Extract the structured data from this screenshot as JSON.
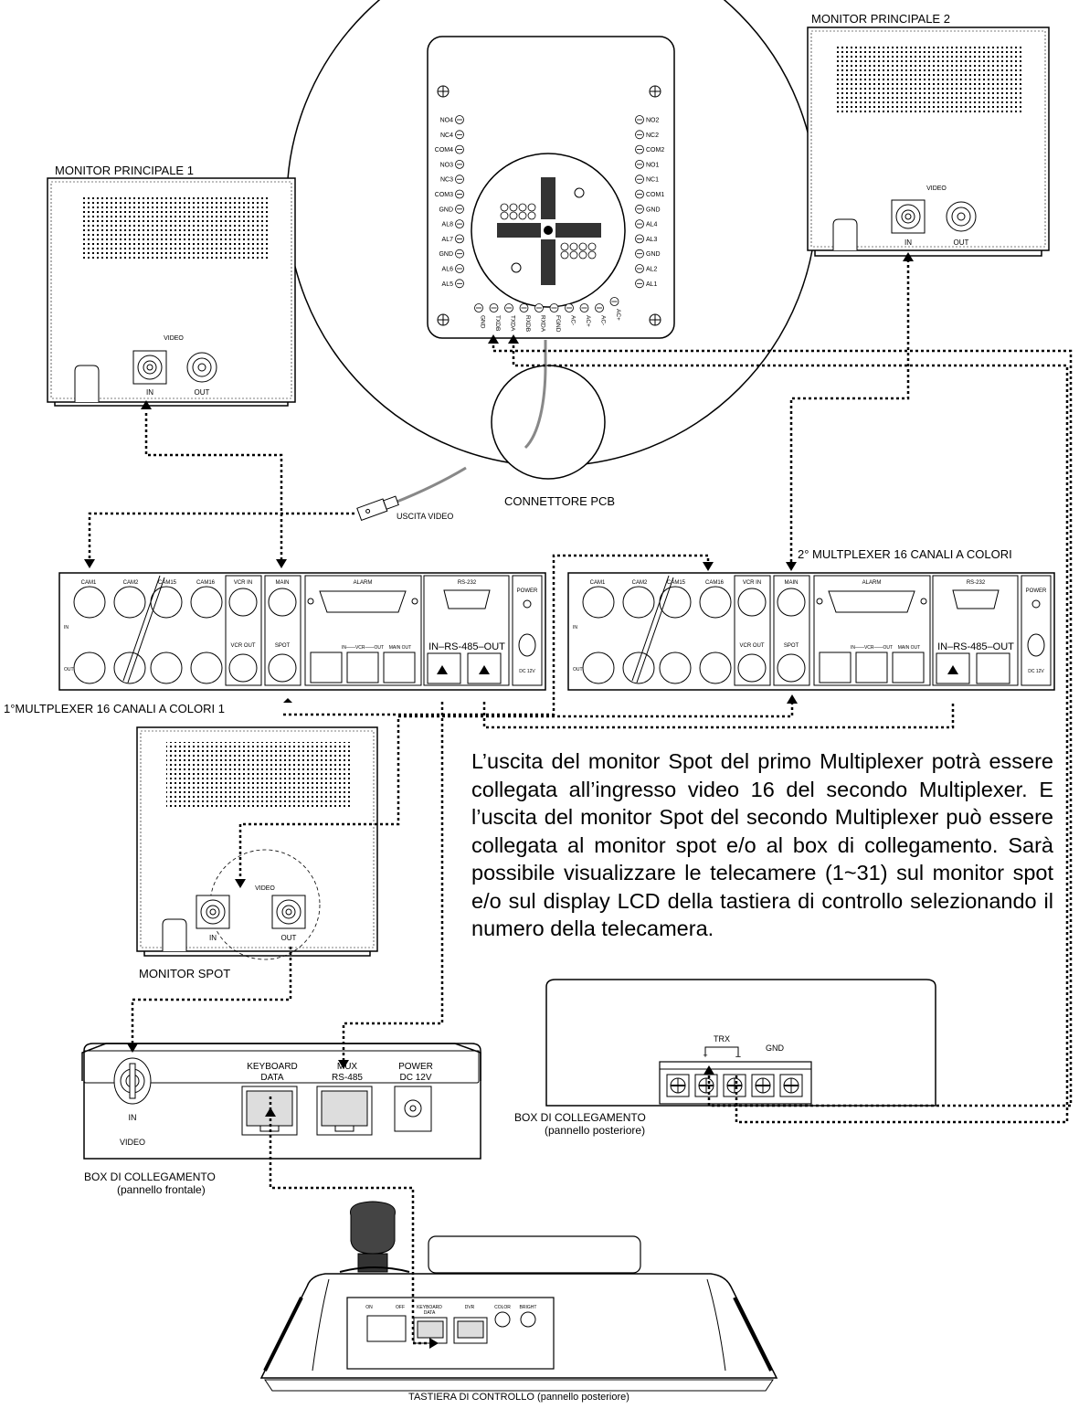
{
  "labels": {
    "monitor_main_1": "MONITOR PRINCIPALE 1",
    "monitor_main_2": "MONITOR PRINCIPALE 2",
    "monitor_spot": "MONITOR SPOT",
    "video": "VIDEO",
    "in": "IN",
    "out": "OUT",
    "connector_pcb": "CONNETTORE PCB",
    "video_output": "USCITA VIDEO",
    "mux_1": "1°MULTPLEXER 16 CANALI A COLORI 1",
    "mux_2": "2° MULTPLEXER 16 CANALI A COLORI",
    "box_front_title": "BOX DI COLLEGAMENTO",
    "box_front_sub": "(pannello frontale)",
    "box_rear_title": "BOX DI COLLEGAMENTO",
    "box_rear_sub": "(pannello posteriore)",
    "keyboard_caption": "TASTIERA DI CONTROLLO (pannello posteriore)"
  },
  "pcb": {
    "left_terminals": [
      "NO4",
      "NC4",
      "COM4",
      "NO3",
      "NC3",
      "COM3",
      "GND",
      "AL8",
      "AL7",
      "GND",
      "AL6",
      "AL5"
    ],
    "right_terminals": [
      "NO2",
      "NC2",
      "COM2",
      "NO1",
      "NC1",
      "COM1",
      "GND",
      "AL4",
      "AL3",
      "GND",
      "AL2",
      "AL1"
    ],
    "bottom_terminals": [
      "GND",
      "TXDB",
      "TXDA",
      "RXDB",
      "RXDA",
      "FGND",
      "AC-",
      "AC+",
      "AC-",
      "AC+"
    ]
  },
  "mux_panel": {
    "cam1": "CAM1",
    "cam2": "CAM2",
    "cam15": "CAM15",
    "cam16": "CAM16",
    "in": "IN",
    "out": "OUT",
    "vcr_in": "VCR IN",
    "vcr_out": "VCR OUT",
    "main": "MAIN",
    "spot": "SPOT",
    "alarm": "ALARM",
    "rs232": "RS-232",
    "vcr_io": "IN——VCR——OUT",
    "main_out": "MAIN OUT",
    "rs485": "IN–RS-485–OUT",
    "power": "POWER",
    "dc12v": "DC 12V"
  },
  "box_front": {
    "keyboard": "KEYBOARD",
    "data": "DATA",
    "mux": "MUX",
    "rs485": "RS-485",
    "power": "POWER",
    "dc12v": "DC 12V",
    "in": "IN",
    "video": "VIDEO"
  },
  "box_rear": {
    "trx": "TRX",
    "plus": "+",
    "minus": "−",
    "gnd": "GND"
  },
  "keyboard_panel": {
    "on": "ON",
    "off": "OFF",
    "keyboard": "KEYBOARD",
    "data": "DATA",
    "dvr": "DVR",
    "color": "COLOR",
    "bright": "BRIGHT"
  },
  "description": "L’uscita del monitor Spot del primo Multiplexer potrà essere collegata all’ingresso video 16 del secondo Multiplexer. E l’uscita del monitor Spot del secondo Multiplexer può essere collegata al monitor spot e/o al box di collegamento. Sarà possibile visualizzare le telecamere (1~31) sul monitor spot e/o sul display LCD della tastiera di controllo selezionando il numero della telecamera."
}
